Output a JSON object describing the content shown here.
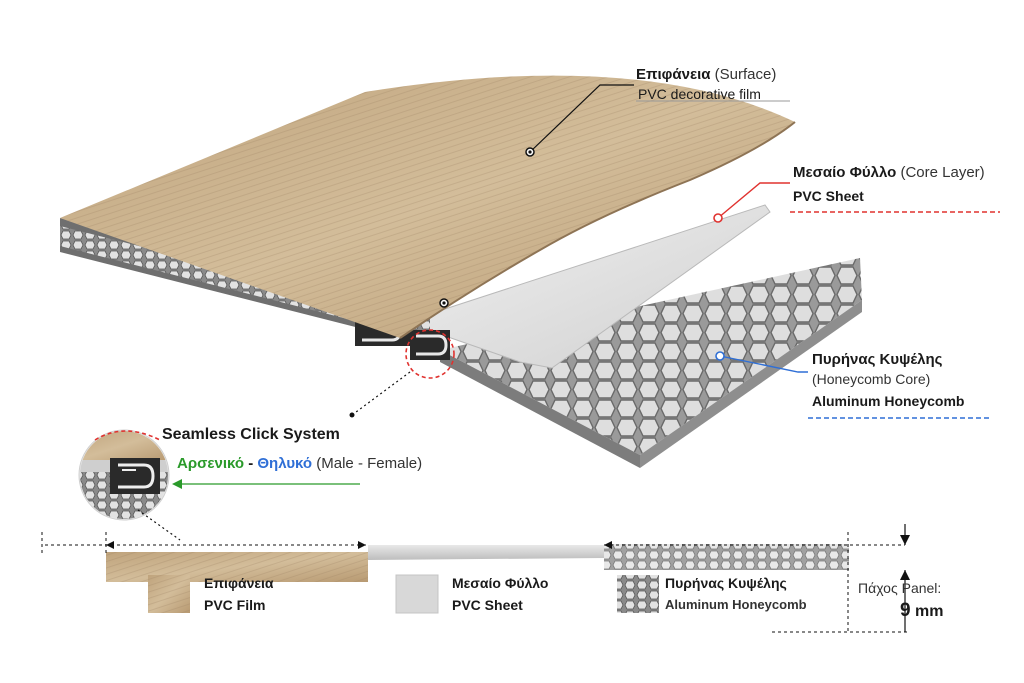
{
  "surface": {
    "title_gr": "Επιφάνεια",
    "title_en": "(Surface)",
    "subtitle": "PVC decorative film"
  },
  "core": {
    "title_gr": "Μεσαίο Φύλλο",
    "title_en": "(Core Layer)",
    "subtitle": "PVC Sheet"
  },
  "honeycomb": {
    "title_gr": "Πυρήνας Κυψέλης",
    "title_en": "(Honeycomb Core)",
    "subtitle": "Aluminum Honeycomb"
  },
  "click": {
    "title": "Seamless Click System",
    "male": "Αρσενικό",
    "dash": "-",
    "female": "Θηλυκό",
    "en": "(Male - Female)"
  },
  "legend": [
    {
      "title": "Επιφάνεια",
      "subtitle": "PVC Film"
    },
    {
      "title": "Μεσαίο Φύλλο",
      "subtitle": "PVC Sheet"
    },
    {
      "title": "Πυρήνας Κυψέλης",
      "subtitle": "Aluminum Honeycomb"
    }
  ],
  "thickness": {
    "label": "Πάχος Panel:",
    "value": "9",
    "unit": "mm"
  },
  "colors": {
    "red": "#e0322f",
    "blue": "#2f6fd6",
    "green": "#2a9a2a",
    "wood": "#c8b08c"
  }
}
